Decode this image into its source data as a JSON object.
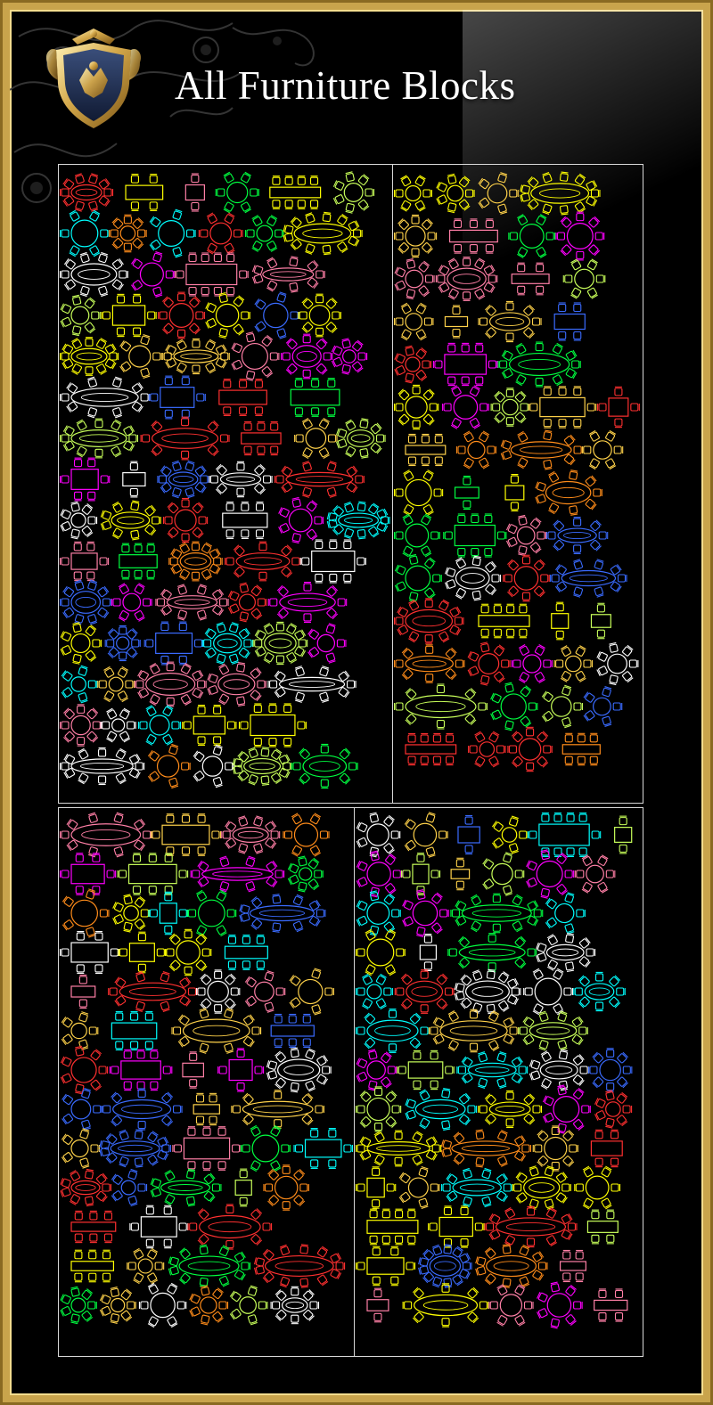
{
  "header": {
    "title": "All Furniture Blocks"
  },
  "colors": {
    "frame_gold": "#c9a44c",
    "background": "#000000",
    "cad_palette": [
      "#ffff00",
      "#ffd24a",
      "#ff00ff",
      "#00ffff",
      "#ffffff",
      "#ff3030",
      "#ff8c1a",
      "#00ff40",
      "#ff7fa6",
      "#3a6bff",
      "#c8ff5a"
    ]
  },
  "panels": [
    {
      "name": "top-left",
      "icon": "cad-furniture-blocks"
    },
    {
      "name": "top-right",
      "icon": "cad-furniture-blocks"
    },
    {
      "name": "bottom-left",
      "icon": "cad-furniture-blocks"
    },
    {
      "name": "bottom-right",
      "icon": "cad-furniture-blocks"
    }
  ]
}
